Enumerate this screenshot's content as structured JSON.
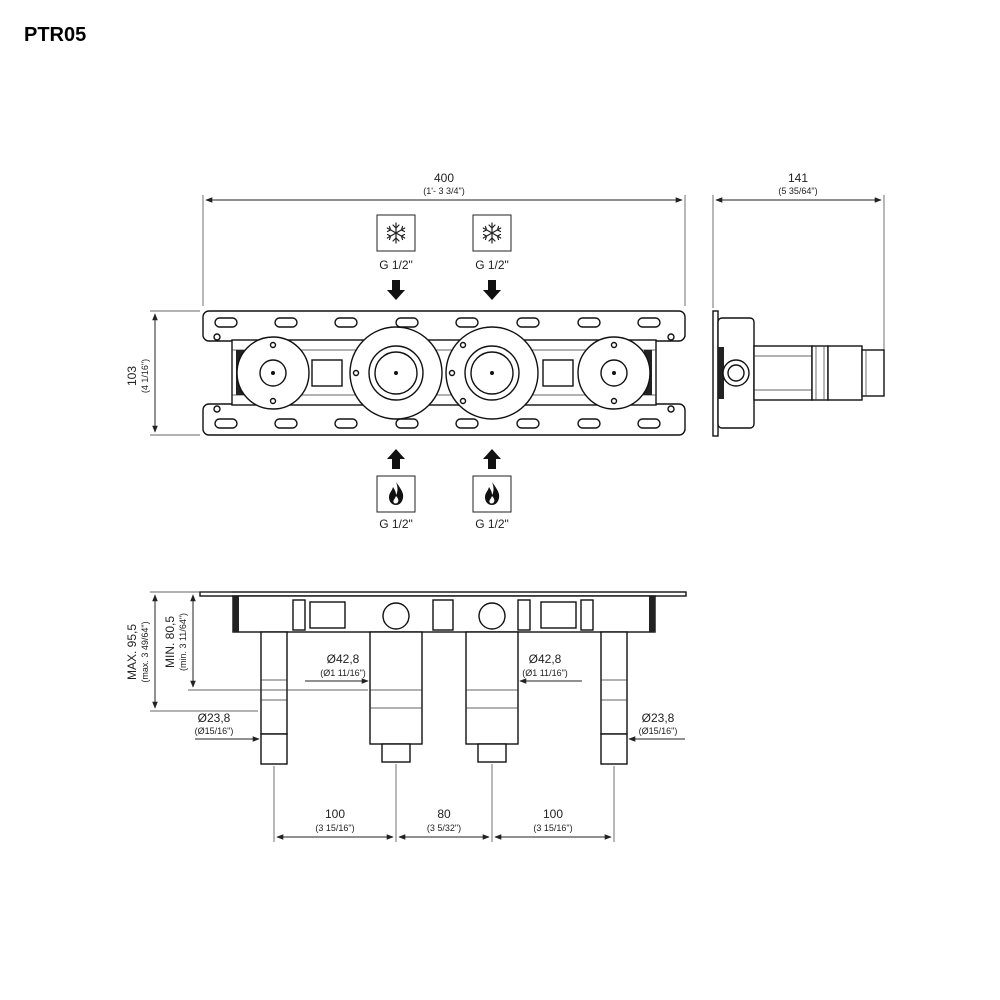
{
  "title": "PTR05",
  "top_view": {
    "width_dim": {
      "value": "400",
      "imperial": "(1'- 3 3/4\")"
    },
    "height_dim": {
      "value": "103",
      "imperial": "(4 1/16\")"
    },
    "cold_inlets": [
      {
        "icon": "snowflake-icon",
        "label": "G 1/2\""
      },
      {
        "icon": "snowflake-icon",
        "label": "G 1/2\""
      }
    ],
    "hot_inlets": [
      {
        "icon": "flame-icon",
        "label": "G 1/2\""
      },
      {
        "icon": "flame-icon",
        "label": "G 1/2\""
      }
    ]
  },
  "side_view": {
    "depth_dim": {
      "value": "141",
      "imperial": "(5 35/64\")"
    }
  },
  "front_view": {
    "max_dim": {
      "value": "MAX. 95,5",
      "imperial": "(max. 3 49/64\")"
    },
    "min_dim": {
      "value": "MIN. 80,5",
      "imperial": "(min. 3 11/64\")"
    },
    "dia_large_left": {
      "value": "Ø42,8",
      "imperial": "(Ø1 11/16\")"
    },
    "dia_large_right": {
      "value": "Ø42,8",
      "imperial": "(Ø1 11/16\")"
    },
    "dia_small_left": {
      "value": "Ø23,8",
      "imperial": "(Ø15/16\")"
    },
    "dia_small_right": {
      "value": "Ø23,8",
      "imperial": "(Ø15/16\")"
    },
    "spacing": [
      {
        "value": "100",
        "imperial": "(3 15/16\")"
      },
      {
        "value": "80",
        "imperial": "(3 5/32\")"
      },
      {
        "value": "100",
        "imperial": "(3 15/16\")"
      }
    ]
  }
}
